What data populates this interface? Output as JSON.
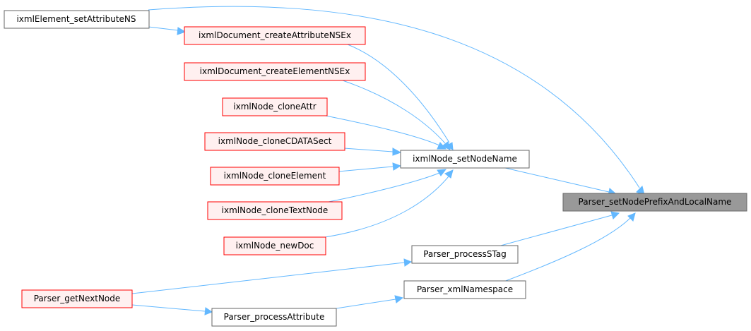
{
  "colors": {
    "edge": "#63b8ff",
    "node_fill": "#ffffff",
    "node_border": "#666666",
    "truncated_fill": "#fff0f0",
    "truncated_border": "#ff0000",
    "focus_fill": "#999999",
    "focus_border": "#666666",
    "text": "#000000"
  },
  "nodes": {
    "setAttributeNS": "ixmlElement_setAttributeNS",
    "createAttributeNSEx": "ixmlDocument_createAttributeNSEx",
    "createElementNSEx": "ixmlDocument_createElementNSEx",
    "cloneAttr": "ixmlNode_cloneAttr",
    "cloneCDATASect": "ixmlNode_cloneCDATASect",
    "cloneElement": "ixmlNode_cloneElement",
    "cloneTextNode": "ixmlNode_cloneTextNode",
    "newDoc": "ixmlNode_newDoc",
    "setNodeName": "ixmlNode_setNodeName",
    "focus": "Parser_setNodePrefixAndLocalName",
    "processSTag": "Parser_processSTag",
    "xmlNamespace": "Parser_xmlNamespace",
    "getNextNode": "Parser_getNextNode",
    "processAttribute": "Parser_processAttribute"
  }
}
